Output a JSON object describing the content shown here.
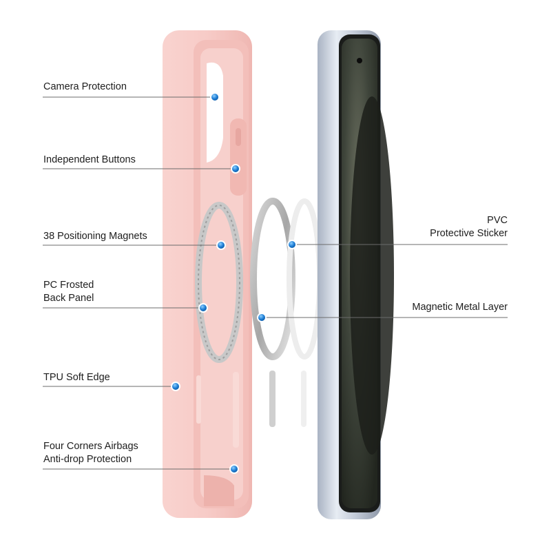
{
  "callouts_left": [
    {
      "id": "camera",
      "lines": [
        "Camera Protection"
      ]
    },
    {
      "id": "buttons",
      "lines": [
        "Independent Buttons"
      ]
    },
    {
      "id": "magnets",
      "lines": [
        "38 Positioning Magnets"
      ]
    },
    {
      "id": "back",
      "lines": [
        "PC Frosted",
        "Back Panel"
      ]
    },
    {
      "id": "edge",
      "lines": [
        "TPU Soft Edge"
      ]
    },
    {
      "id": "corners",
      "lines": [
        "Four Corners Airbags",
        "Anti-drop Protection"
      ]
    }
  ],
  "callouts_right": [
    {
      "id": "pvc",
      "lines": [
        "PVC",
        "Protective Sticker"
      ]
    },
    {
      "id": "metal",
      "lines": [
        "Magnetic Metal Layer"
      ]
    }
  ],
  "colors": {
    "case_pink": "#f6c8c4",
    "case_edge": "#f2b9b4",
    "marker_blue": "#1f7fd6",
    "line": "#6b6b6b",
    "phone_frame": "#cfd6e2",
    "screen_dark": "#2e332c"
  }
}
